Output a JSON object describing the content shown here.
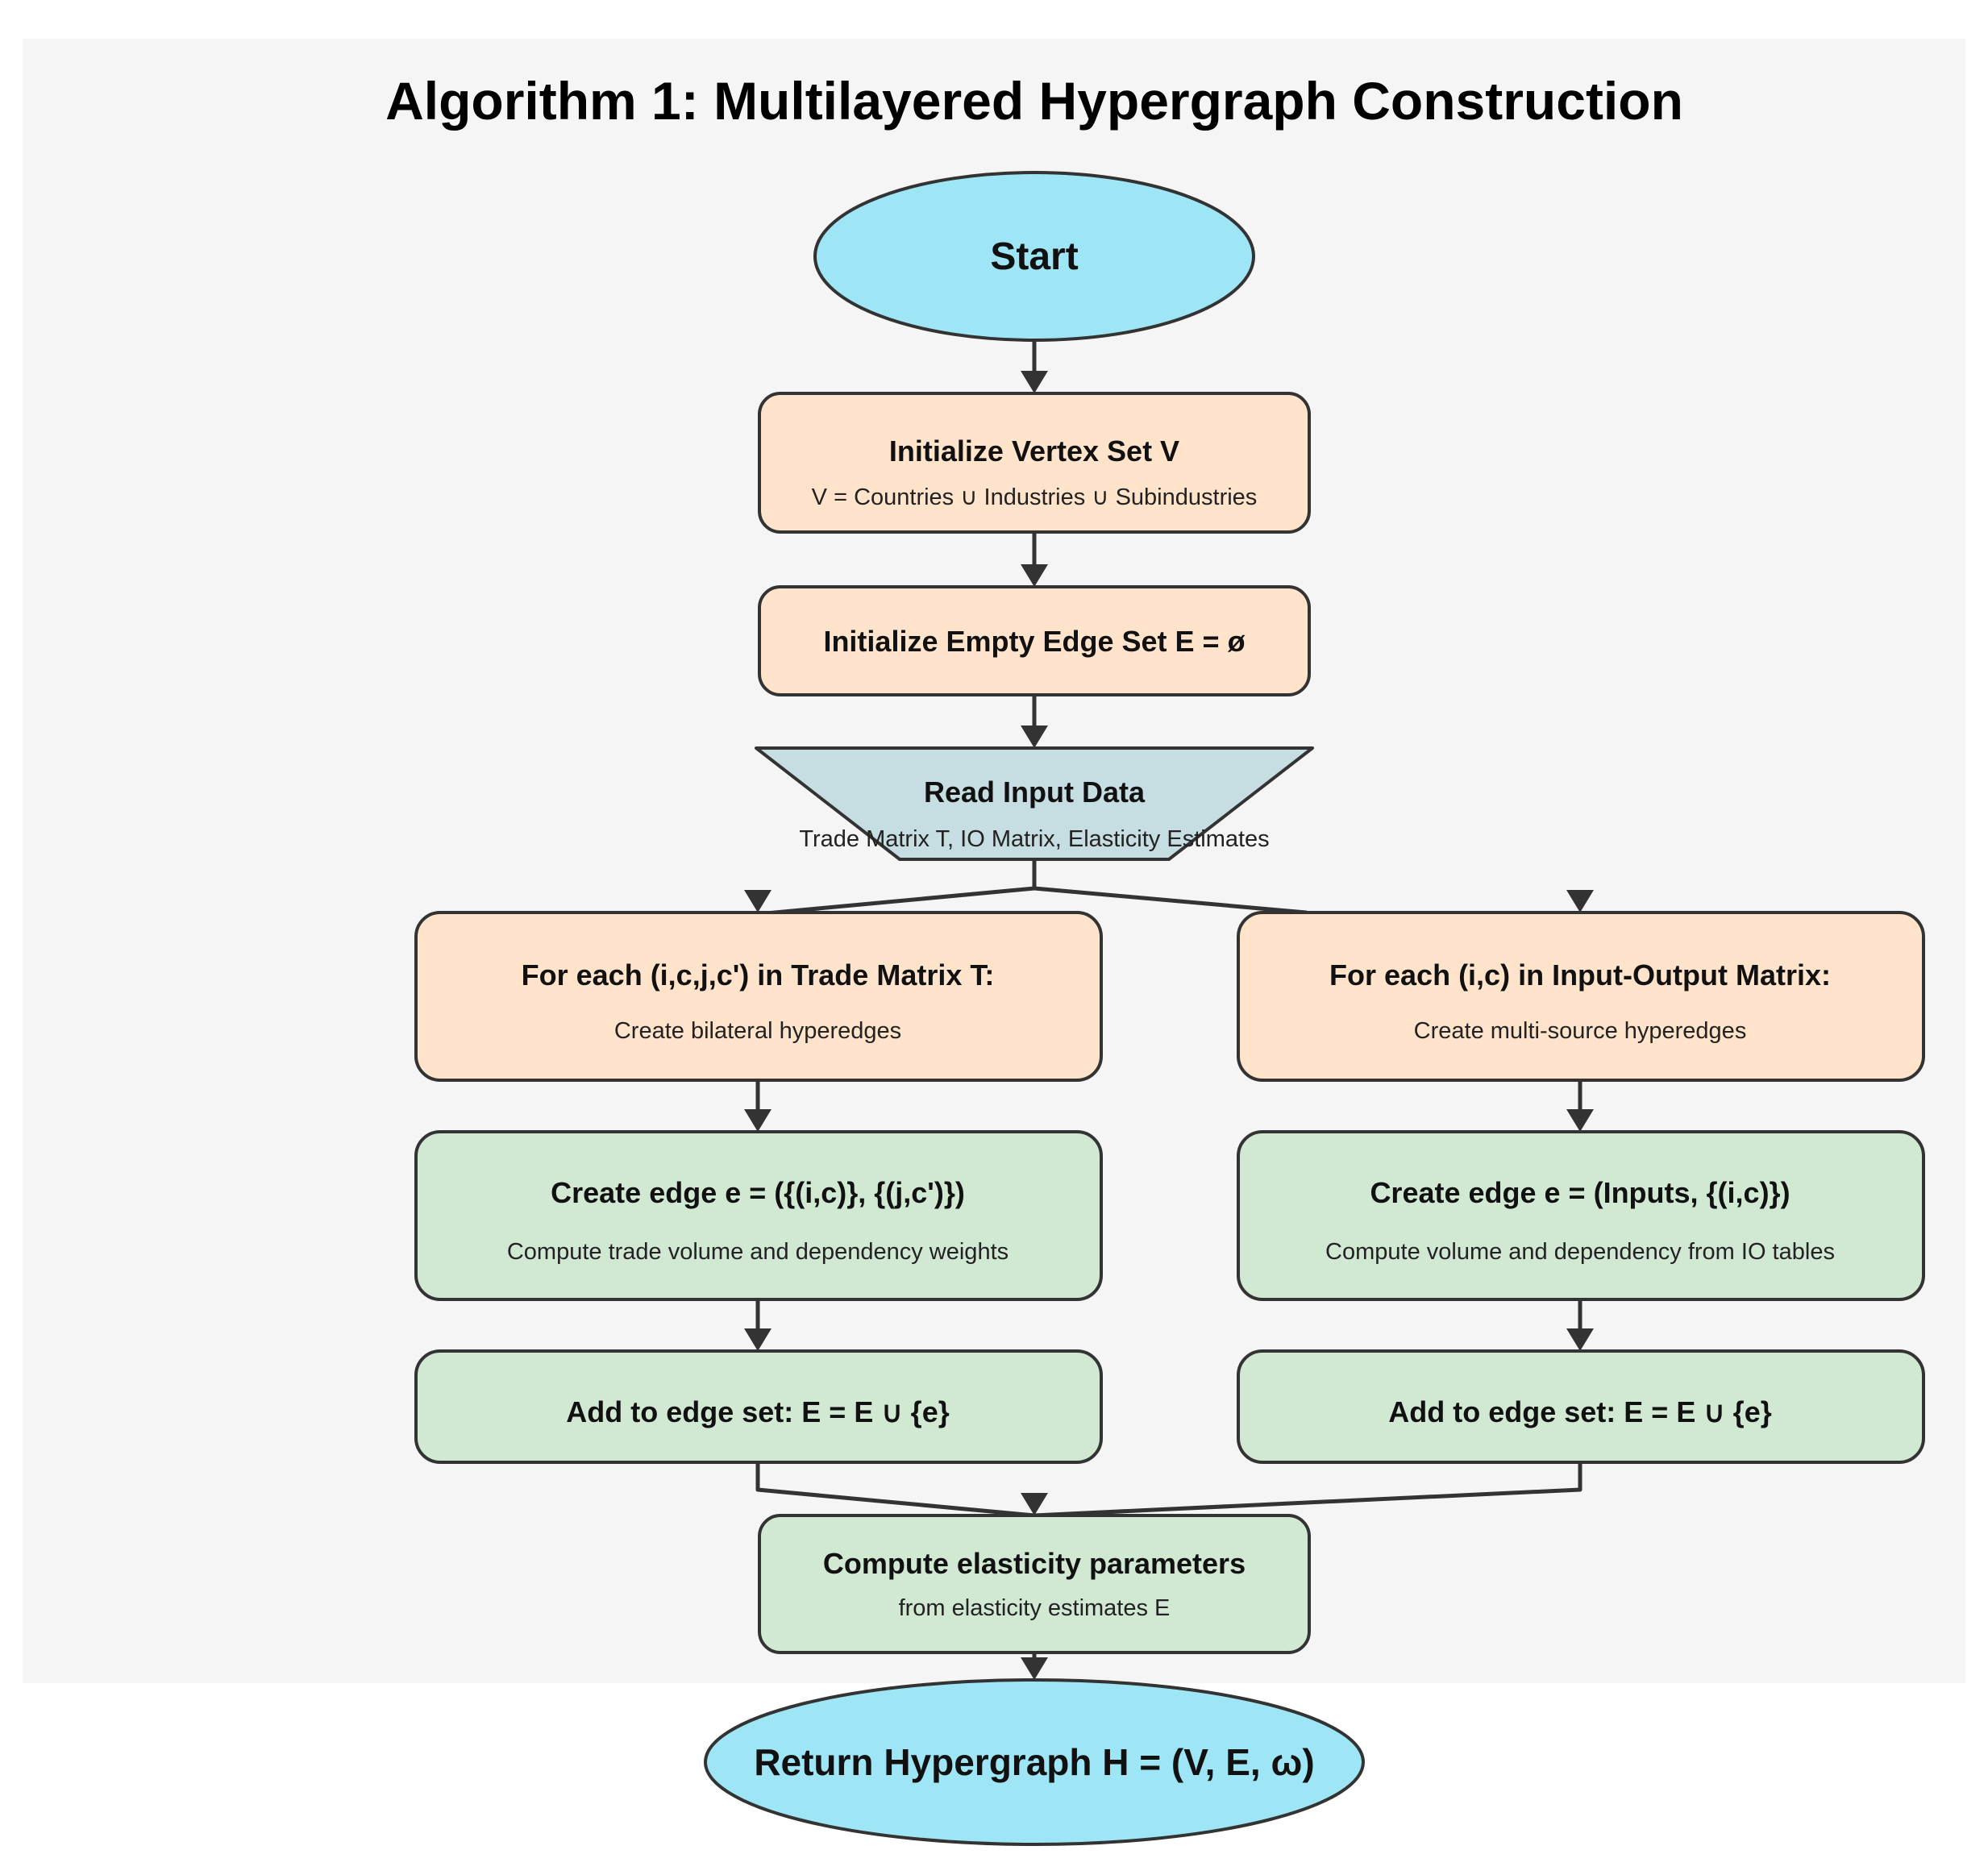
{
  "title": "Algorithm 1: Multilayered Hypergraph Construction",
  "colors": {
    "terminal": "#9ee6f5",
    "process": "#ffe4cb",
    "compute": "#d1e8d3",
    "input": "#c6dde2",
    "stroke": "#333333"
  },
  "nodes": {
    "start": {
      "label": "Start"
    },
    "init_vertex": {
      "label": "Initialize Vertex Set V",
      "sub": "V = Countries ∪ Industries ∪ Subindustries"
    },
    "init_edge": {
      "label": "Initialize Empty Edge Set E = ø"
    },
    "read_input": {
      "label": "Read Input Data",
      "sub": "Trade Matrix T, IO Matrix, Elasticity Estimates"
    },
    "loop_trade": {
      "label": "For each (i,c,j,c') in Trade Matrix T:",
      "sub": "Create bilateral hyperedges"
    },
    "loop_io": {
      "label": "For each (i,c) in Input-Output Matrix:",
      "sub": "Create multi-source hyperedges"
    },
    "create_trade_edge": {
      "label": "Create edge e = ({(i,c)}, {(j,c')})",
      "sub": "Compute trade volume and dependency weights"
    },
    "create_io_edge": {
      "label": "Create edge e = (Inputs, {(i,c)})",
      "sub": "Compute volume and dependency from IO tables"
    },
    "add_trade": {
      "label": "Add to edge set: E = E ∪ {e}"
    },
    "add_io": {
      "label": "Add to edge set: E = E ∪ {e}"
    },
    "elasticity": {
      "label": "Compute elasticity parameters",
      "sub": "from elasticity estimates E"
    },
    "return": {
      "label": "Return Hypergraph H = (V, E, ω)"
    }
  }
}
